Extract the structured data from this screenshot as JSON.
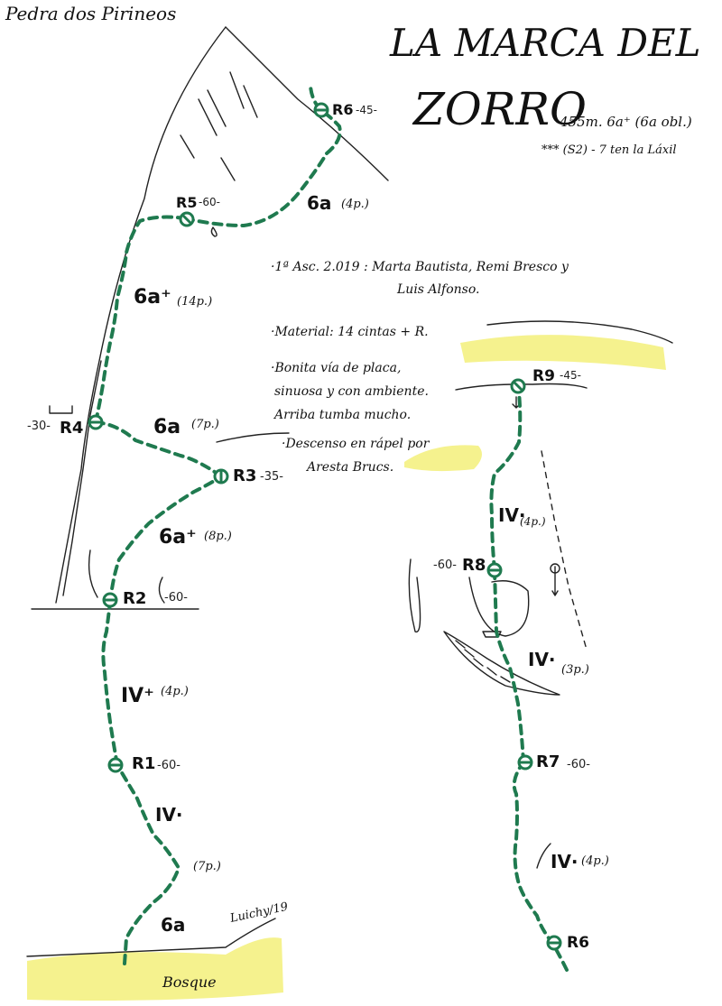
{
  "header": {
    "crag": "Pedra dos Pirineos",
    "title_line1": "LA MARCA DEL",
    "title_line2": "ZORRO",
    "grade_info": "455m. 6a⁺ (6a obl.)",
    "rating": "*** (S2) - 7 ten la Láxil"
  },
  "notes": {
    "first_ascent_line1": "·1ª Asc. 2.019 : Marta Bautista, Remi Bresco y",
    "first_ascent_line2": "Luis Alfonso.",
    "material": "·Material: 14 cintas + R.",
    "description_line1": "·Bonita vía de placa,",
    "description_line2": "sinuosa y con ambiente.",
    "description_line3": "Arriba tumba mucho.",
    "descent_line1": "·Descenso en rápel por",
    "descent_line2": "Aresta Brucs."
  },
  "belays": {
    "r1": "R1",
    "r1_len": "-60-",
    "r2": "R2",
    "r2_len": "-60-",
    "r3": "R3",
    "r3_len": "-35-",
    "r4": "R4",
    "r4_len": "-30-",
    "r5": "R5",
    "r5_len": "-60-",
    "r6": "R6",
    "r6_len": "-45-",
    "r6b": "R6",
    "r7": "R7",
    "r7_len": "-60-",
    "r8": "R8",
    "r8_len": "-60-",
    "r9": "R9",
    "r9_len": "-45-"
  },
  "pitches": {
    "p1_grade": "6a",
    "p1_bolts": "(7p.)",
    "p2_grade": "IV·",
    "p3_grade": "IV⁺",
    "p3_bolts": "(4p.)",
    "p4_grade": "6a⁺",
    "p4_bolts": "(8p.)",
    "p5_grade": "6a",
    "p5_bolts": "(7p.)",
    "p6_grade": "6a⁺",
    "p6_bolts": "(14p.)",
    "p7_grade": "6a",
    "p7_bolts": "(4p.)",
    "p8_grade": "IV·",
    "p8_bolts": "(4p.)",
    "p9_grade": "IV·",
    "p9_bolts": "(3p.)",
    "p10_grade": "IV·",
    "p10_bolts": "(4p.)"
  },
  "labels": {
    "bosque": "Bosque",
    "signature": "Luichy/19"
  },
  "colors": {
    "route": "#1f7a4f",
    "vegetation": "#f3f07a",
    "ink": "#111111"
  }
}
